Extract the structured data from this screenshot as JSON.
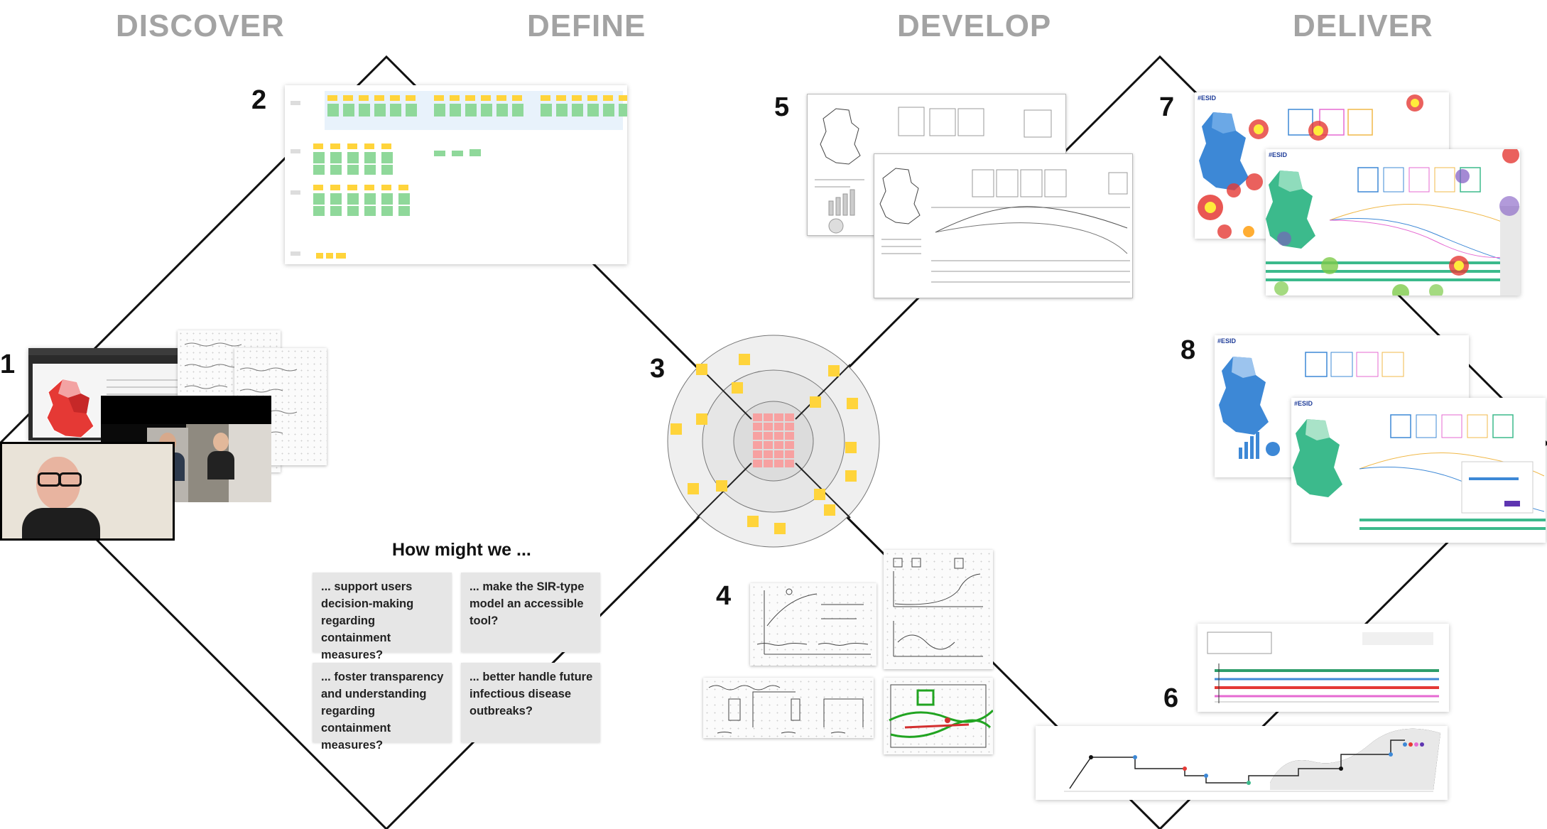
{
  "phases": [
    "DISCOVER",
    "DEFINE",
    "DEVELOP",
    "DELIVER"
  ],
  "steps": [
    "1",
    "2",
    "3",
    "4",
    "5",
    "6",
    "7",
    "8"
  ],
  "hmw": {
    "title": "How might we ...",
    "items": [
      "... support users decision-making regarding containment measures?",
      "... make the SIR-type model an accessible tool?",
      "... foster transparency and understanding regarding containment measures?",
      "... better handle future infectious disease outbreaks?"
    ]
  },
  "app_logos": [
    "#ESID",
    "#ESID",
    "#ESID",
    "#ESID"
  ],
  "colors": {
    "phase_label": "#a3a3a3",
    "sticky_yellow": "#ffd43b",
    "sticky_green": "#8fd89a",
    "sticky_pink": "#f7a1a1",
    "map_blue": "#3d88d6",
    "map_green": "#3cba8c",
    "map_red": "#e53935"
  }
}
